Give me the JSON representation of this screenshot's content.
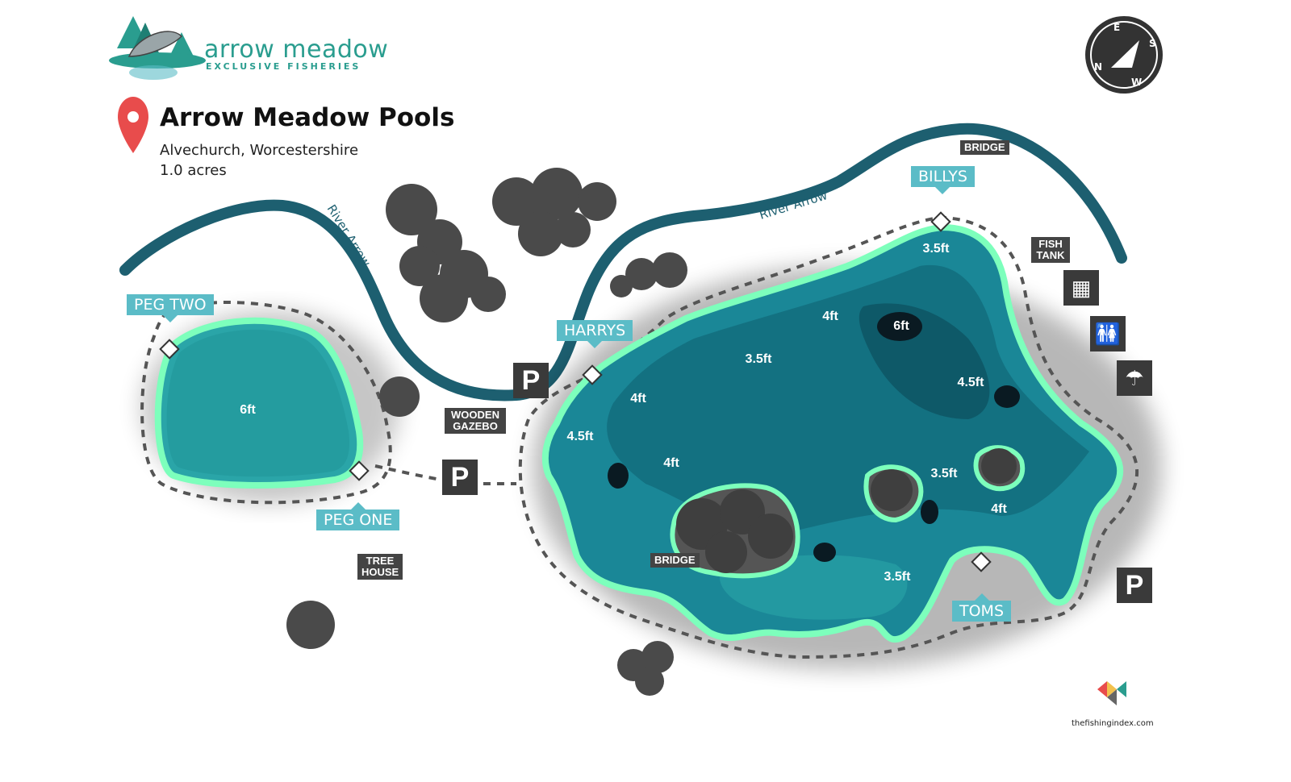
{
  "brand": {
    "name": "arrow meadow",
    "tagline": "EXCLUSIVE FISHERIES"
  },
  "venue": {
    "name": "Arrow Meadow Pools",
    "location": "Alvechurch, Worcestershire",
    "area": "1.0 acres"
  },
  "compass": {
    "letters": [
      "E",
      "S",
      "N",
      "W"
    ]
  },
  "river_labels": [
    "River Arrow",
    "River Arrow"
  ],
  "pegs": [
    "PEG TWO",
    "PEG ONE",
    "HARRYS",
    "BILLYS",
    "TOMS"
  ],
  "facility_labels": {
    "wooden_gazebo": [
      "WOODEN",
      "GAZEBO"
    ],
    "tree_house": [
      "TREE",
      "HOUSE"
    ],
    "fish_tank": [
      "FISH",
      "TANK"
    ],
    "bridge_top": "BRIDGE",
    "bridge_island": "BRIDGE"
  },
  "parking_symbol": "P",
  "facility_icons": [
    "building-icon",
    "toilets-icon",
    "shower-icon"
  ],
  "depths": {
    "small_pool": "6ft",
    "main_lake": [
      "3.5ft",
      "4ft",
      "6ft",
      "3.5ft",
      "4.5ft",
      "4ft",
      "4.5ft",
      "4ft",
      "3.5ft",
      "4ft",
      "3.5ft"
    ]
  },
  "watermark": "thefishingindex.com",
  "colors": {
    "water_deep": "#0e5f70",
    "water_mid": "#1a8797",
    "water_shallow": "#2aa5a8",
    "water_edge": "#7dffbc",
    "river": "#1d5f70",
    "path": "#555555",
    "peg_label": "#5bbcc7",
    "pin": "#e84c4c",
    "brand": "#2a9d8f"
  }
}
